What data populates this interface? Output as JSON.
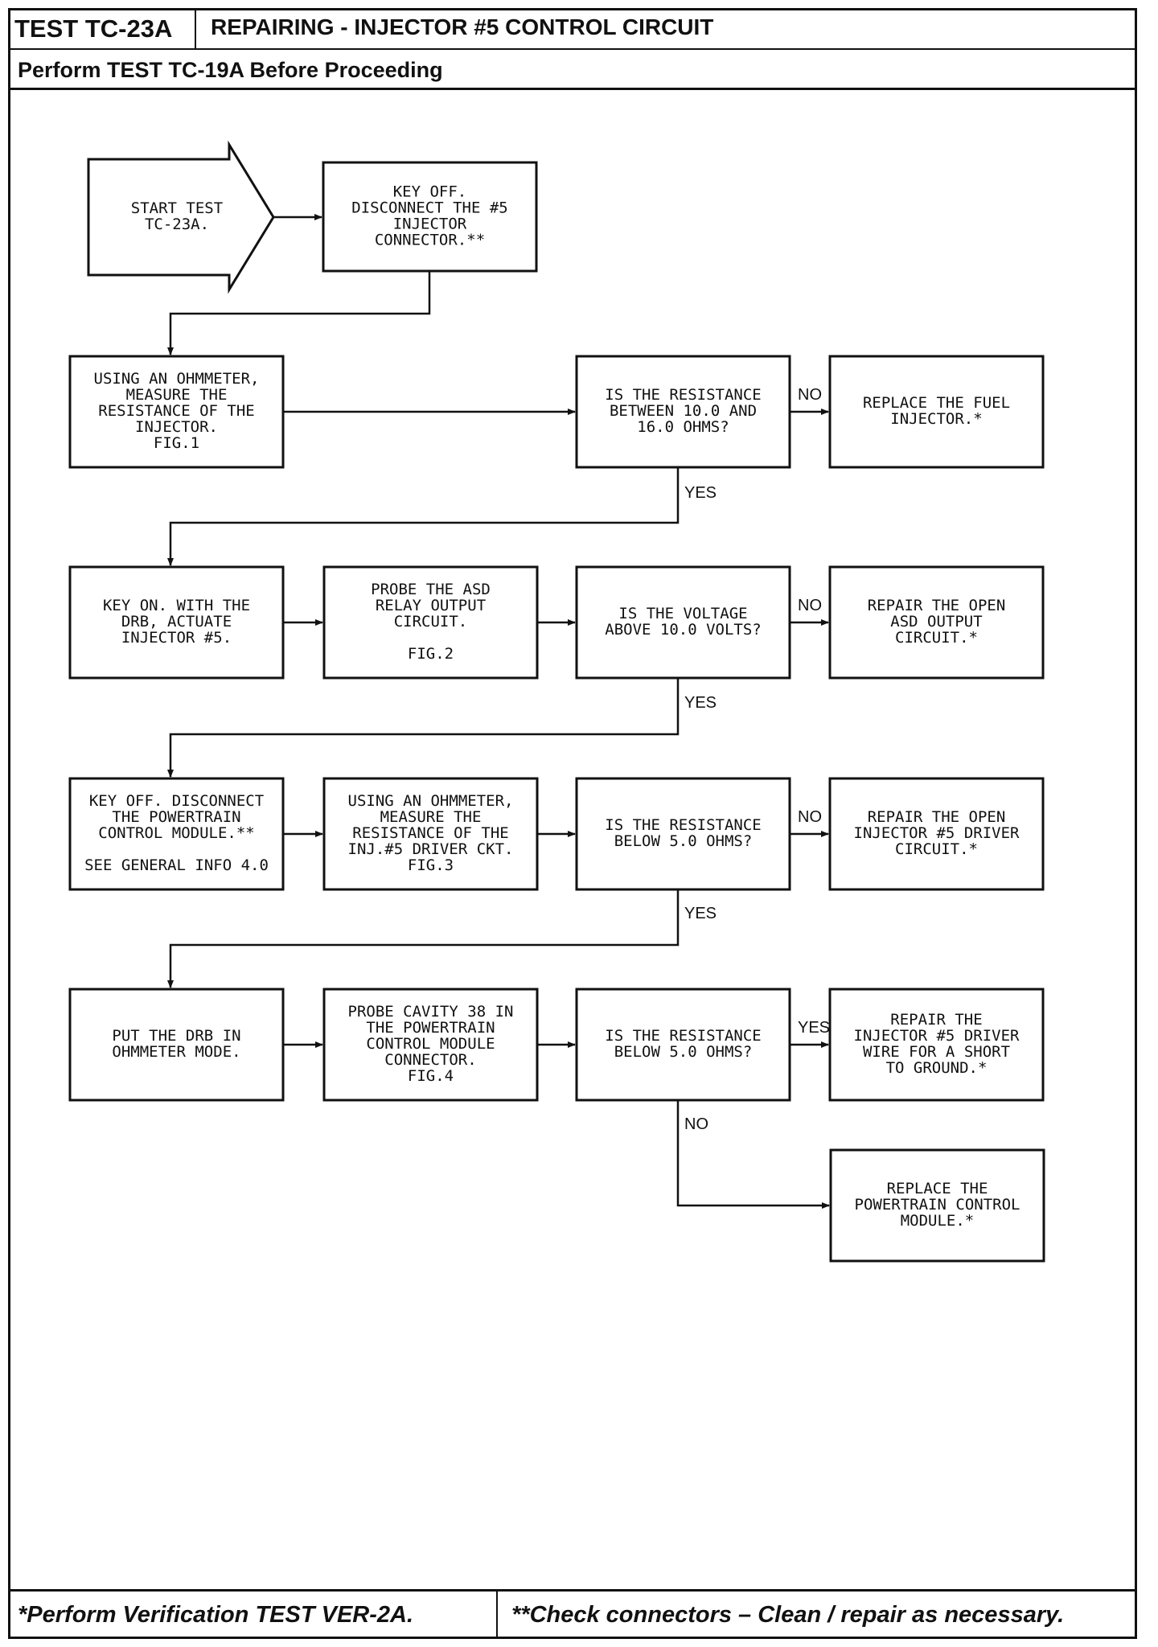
{
  "header": {
    "test_id": "TEST TC-23A",
    "title": "REPAIRING - INJECTOR #5 CONTROL CIRCUIT",
    "prerequisite": "Perform TEST TC-19A Before Proceeding"
  },
  "footer": {
    "left_note": "*Perform Verification TEST VER-2A.",
    "right_note": "**Check connectors – Clean / repair as necessary."
  },
  "flowchart": {
    "nodes": [
      {
        "id": "start",
        "lines": [
          "START TEST",
          "TC-23A."
        ]
      },
      {
        "id": "n1",
        "lines": [
          "KEY OFF.",
          "DISCONNECT THE #5",
          "INJECTOR",
          "CONNECTOR.**"
        ]
      },
      {
        "id": "n2",
        "lines": [
          "USING AN OHMMETER,",
          "MEASURE THE",
          "RESISTANCE OF THE",
          "INJECTOR.",
          "FIG.1"
        ]
      },
      {
        "id": "d1",
        "lines": [
          "IS THE RESISTANCE",
          "BETWEEN 10.0 AND",
          "16.0 OHMS?"
        ]
      },
      {
        "id": "r1",
        "lines": [
          "REPLACE THE FUEL",
          "INJECTOR.*"
        ]
      },
      {
        "id": "n3",
        "lines": [
          "KEY ON. WITH THE",
          "DRB, ACTUATE",
          "INJECTOR #5."
        ]
      },
      {
        "id": "n4",
        "lines": [
          "PROBE THE ASD",
          "RELAY OUTPUT",
          "CIRCUIT.",
          "",
          "FIG.2"
        ]
      },
      {
        "id": "d2",
        "lines": [
          "IS THE VOLTAGE",
          "ABOVE 10.0 VOLTS?"
        ]
      },
      {
        "id": "r2",
        "lines": [
          "REPAIR THE OPEN",
          "ASD OUTPUT",
          "CIRCUIT.*"
        ]
      },
      {
        "id": "n5",
        "lines": [
          "KEY OFF. DISCONNECT",
          "THE POWERTRAIN",
          "CONTROL MODULE.**",
          "",
          "SEE GENERAL INFO 4.0"
        ]
      },
      {
        "id": "n6",
        "lines": [
          "USING AN OHMMETER,",
          "MEASURE THE",
          "RESISTANCE OF THE",
          "INJ.#5 DRIVER CKT.",
          "FIG.3"
        ]
      },
      {
        "id": "d3",
        "lines": [
          "IS THE RESISTANCE",
          "BELOW 5.0 OHMS?"
        ]
      },
      {
        "id": "r3",
        "lines": [
          "REPAIR THE OPEN",
          "INJECTOR #5 DRIVER",
          "CIRCUIT.*"
        ]
      },
      {
        "id": "n7",
        "lines": [
          "PUT THE DRB IN",
          "OHMMETER MODE."
        ]
      },
      {
        "id": "n8",
        "lines": [
          "PROBE CAVITY 38 IN",
          "THE POWERTRAIN",
          "CONTROL MODULE",
          "CONNECTOR.",
          "FIG.4"
        ]
      },
      {
        "id": "d4",
        "lines": [
          "IS THE RESISTANCE",
          "BELOW 5.0 OHMS?"
        ]
      },
      {
        "id": "r4",
        "lines": [
          "REPAIR THE",
          "INJECTOR #5 DRIVER",
          "WIRE FOR A SHORT",
          "TO GROUND.*"
        ]
      },
      {
        "id": "r5",
        "lines": [
          "REPLACE THE",
          "POWERTRAIN CONTROL",
          "MODULE.*"
        ]
      }
    ],
    "edge_labels": [
      {
        "id": "d1-no",
        "text": "NO"
      },
      {
        "id": "d1-yes",
        "text": "YES"
      },
      {
        "id": "d2-no",
        "text": "NO"
      },
      {
        "id": "d2-yes",
        "text": "YES"
      },
      {
        "id": "d3-no",
        "text": "NO"
      },
      {
        "id": "d3-yes",
        "text": "YES"
      },
      {
        "id": "d4-yes",
        "text": "YES"
      },
      {
        "id": "d4-no",
        "text": "NO"
      }
    ]
  }
}
